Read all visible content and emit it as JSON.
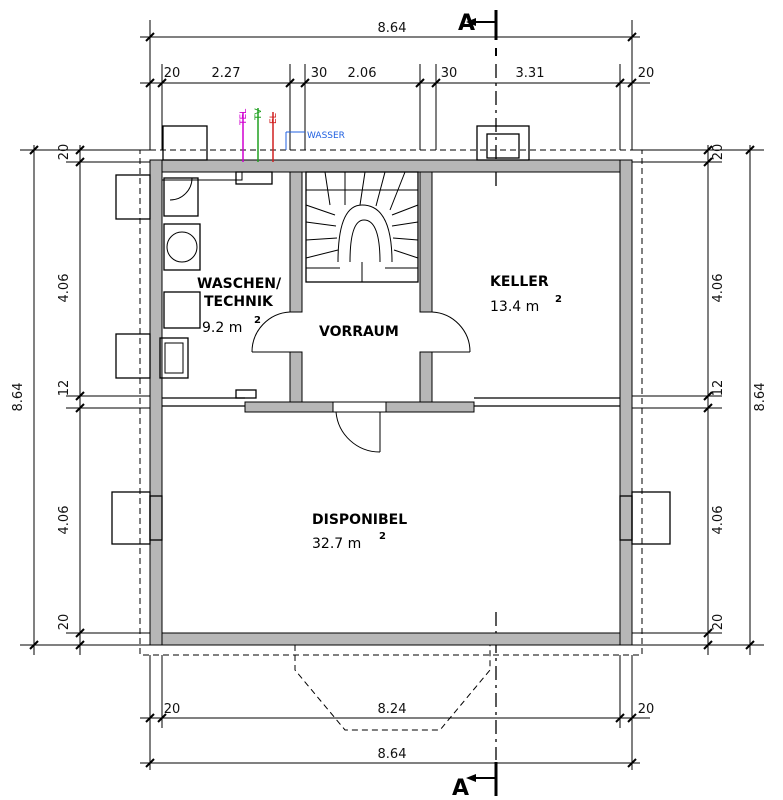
{
  "dimensions": {
    "top_total": "8.64",
    "top_segments": [
      "20",
      "2.27",
      "30",
      "2.06",
      "30",
      "3.31",
      "20"
    ],
    "left_total": "8.64",
    "left_segments": [
      "20",
      "4.06",
      "12",
      "4.06",
      "20"
    ],
    "right_total": "8.64",
    "right_segments": [
      "20",
      "4.06",
      "12",
      "4.06",
      "20"
    ],
    "bottom_segments": [
      "20",
      "8.24",
      "20"
    ],
    "bottom_total": "8.64"
  },
  "section_marker": "A",
  "rooms": {
    "waschen_line1": "WASCHEN/",
    "waschen_line2": "TECHNIK",
    "waschen_area": "9.2 m",
    "keller_name": "KELLER",
    "keller_area": "13.4 m",
    "vorraum_name": "VORRAUM",
    "disponibel_name": "DISPONIBEL",
    "disponibel_area": "32.7 m",
    "area_exponent": "2"
  },
  "utilities": {
    "tel": "TEL",
    "tv": "TV",
    "el": "EL",
    "wasser": "WASSER"
  },
  "colors": {
    "wall_fill": "#b7b7b7",
    "tel": "#d000d0",
    "tv": "#20a020",
    "el": "#d02020",
    "wasser": "#2060e0"
  }
}
